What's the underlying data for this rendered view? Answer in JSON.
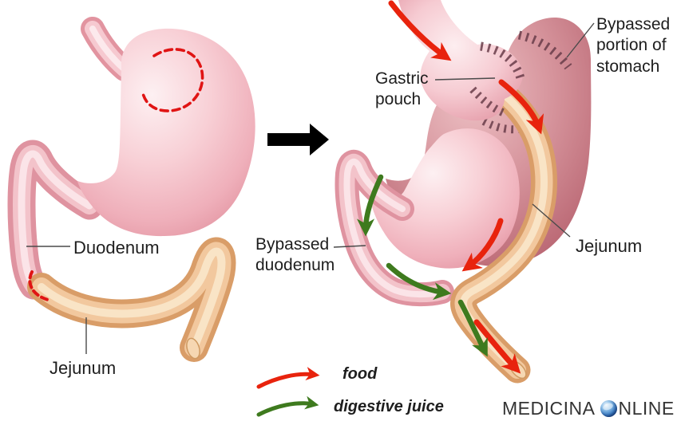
{
  "labels": {
    "left_figure": {
      "duodenum": "Duodenum",
      "jejunum": "Jejunum"
    },
    "right_figure": {
      "gastric_pouch": "Gastric pouch",
      "bypassed_stomach": "Bypassed portion of stomach",
      "bypassed_duodenum": "Bypassed duodenum",
      "jejunum": "Jejunum"
    }
  },
  "legend": {
    "items": [
      {
        "icon": "food-arrow-icon",
        "label": "food",
        "color": "#e8230d"
      },
      {
        "icon": "digestive-juice-arrow-icon",
        "label": "digestive juice",
        "color": "#3e7a1e"
      }
    ]
  },
  "center": {
    "transform_arrow_icon": "black-right-arrow-icon"
  },
  "watermark": {
    "before": "MEDICINA",
    "after": "NLINE",
    "icon": "globe-icon"
  },
  "colors": {
    "food_arrow": "#e8230d",
    "digestive_juice_arrow": "#3e7a1e",
    "stomach_pink_edge": "#e294a0",
    "stomach_pink_light": "#fdeff1",
    "bypassed_stomach_dark": "#b86470",
    "intestine_tan": "#f2c89e",
    "incision_dashed_red": "#e01414",
    "staple_line": "#693c49",
    "leader_line": "#4a4a4a",
    "text": "#1e1e1e",
    "transform_arrow": "#000000"
  }
}
